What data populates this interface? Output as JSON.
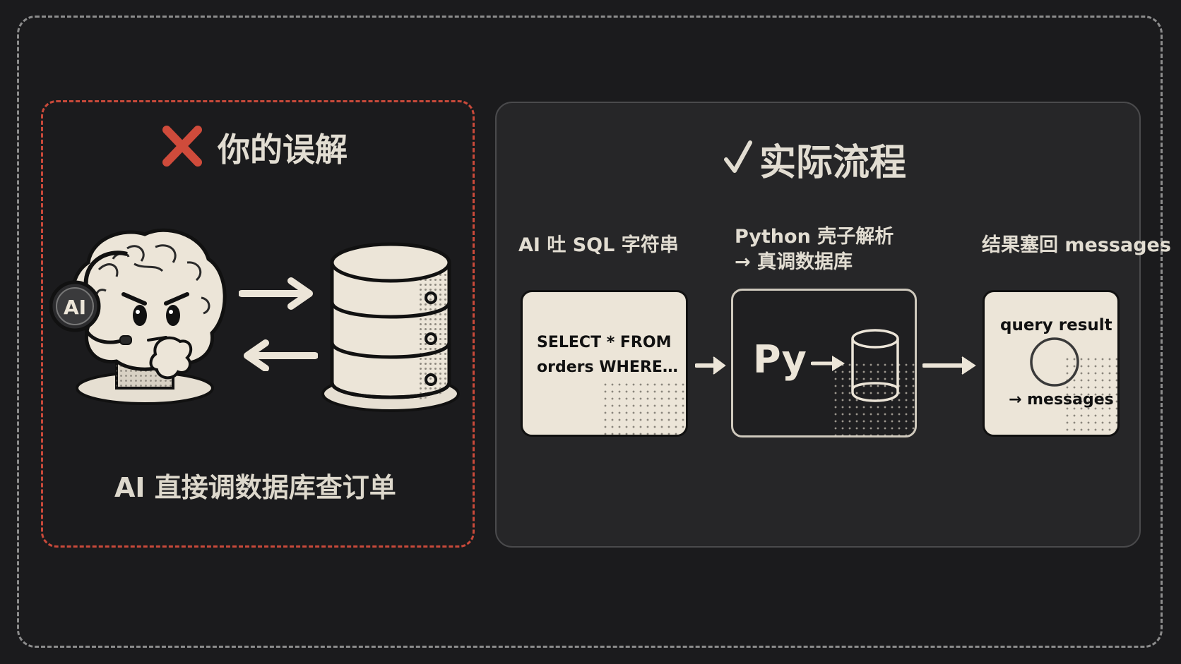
{
  "wrong_panel": {
    "title": "你的误解",
    "mascot_badge": "AI",
    "caption": "AI 直接调数据库查订单"
  },
  "right_panel": {
    "title": "实际流程",
    "steps": [
      {
        "label": "AI 吐 SQL 字符串",
        "card_line1": "SELECT * FROM",
        "card_line2": "orders WHERE…"
      },
      {
        "label_line1": "Python 壳子解析",
        "label_line2": "→ 真调数据库",
        "card_text": "Py"
      },
      {
        "label": "结果塞回 messages",
        "card_line1": "query result",
        "card_line2": "→ messages"
      }
    ]
  },
  "colors": {
    "background": "#1b1b1d",
    "panel": "#262628",
    "wrong_accent": "#c8493a",
    "card_light": "#ece5d8",
    "text": "#e2ddd2"
  }
}
